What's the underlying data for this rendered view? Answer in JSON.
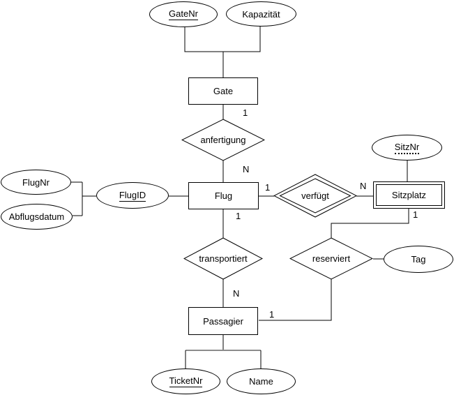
{
  "entities": {
    "gate": {
      "label": "Gate"
    },
    "flug": {
      "label": "Flug"
    },
    "sitzplatz": {
      "label": "Sitzplatz",
      "type": "weak"
    },
    "passagier": {
      "label": "Passagier"
    }
  },
  "relationships": {
    "anfertigung": {
      "label": "anfertigung"
    },
    "verfuegt": {
      "label": "verfügt",
      "type": "weak"
    },
    "transportiert": {
      "label": "transportiert"
    },
    "reserviert": {
      "label": "reserviert"
    }
  },
  "attributes": {
    "gatenr": {
      "label": "GateNr",
      "key": "primary"
    },
    "kapazitaet": {
      "label": "Kapazität"
    },
    "flugnr": {
      "label": "FlugNr"
    },
    "abflugsdatum": {
      "label": "Abflugsdatum"
    },
    "flugid": {
      "label": "FlugID",
      "key": "primary"
    },
    "sitznr": {
      "label": "SitzNr",
      "key": "partial"
    },
    "tag": {
      "label": "Tag"
    },
    "ticketnr": {
      "label": "TicketNr",
      "key": "primary"
    },
    "name": {
      "label": "Name"
    }
  },
  "cardinalities": {
    "gate_anfertigung": "1",
    "anfertigung_flug": "N",
    "flug_verfuegt": "1",
    "verfuegt_sitzplatz": "N",
    "flug_transportiert": "1",
    "sitzplatz_reserviert": "1",
    "transportiert_passagier": "N",
    "passagier_reserviert": "1"
  },
  "colors": {
    "line": "#000000",
    "junction_line": "#8c8c8c",
    "fill": "#ffffff",
    "text": "#000000"
  }
}
